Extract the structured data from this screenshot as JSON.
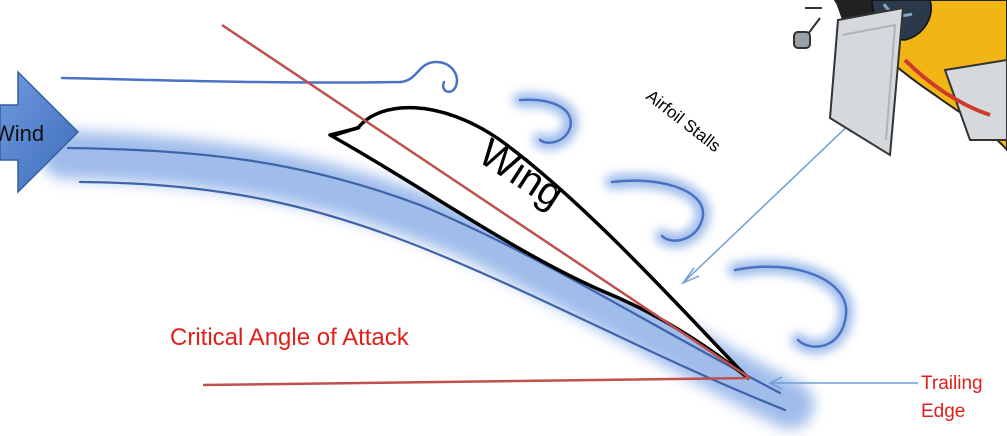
{
  "labels": {
    "wind": "Wind",
    "wing": "Wing",
    "airfoil_stalls": "Airfoil Stalls",
    "critical_angle": "Critical Angle of Attack",
    "trailing_line1": "Trailing",
    "trailing_line2": "Edge"
  },
  "colors": {
    "airflow": "#4a72c4",
    "glow": "#8fb1e8",
    "wind_arrow": "#4a7dc9",
    "chord_line": "#c0504d",
    "label_red": "#e0201b",
    "callout": "#6f9fd3",
    "wing_outline": "#000000",
    "plane_yellow": "#f2b516",
    "plane_gray": "#d5d9dc"
  },
  "icons": {
    "wind_arrow": "wind-arrow-icon",
    "airplane": "airplane-icon"
  }
}
